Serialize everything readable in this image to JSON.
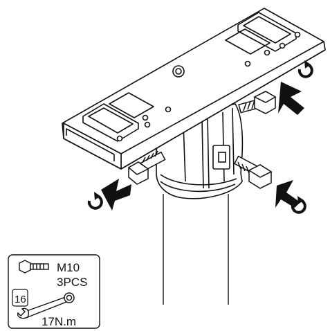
{
  "callout": {
    "bolt_size": "M10",
    "bolt_qty": "3PCS",
    "wrench_size": "16",
    "torque": "17N.m"
  },
  "icons": [
    "tighten-rotation-icon",
    "bolt-icon",
    "wrench-icon",
    "arrow-icon"
  ],
  "colors": {
    "line": "#111111",
    "fill": "#ffffff",
    "arrow": "#111111"
  }
}
